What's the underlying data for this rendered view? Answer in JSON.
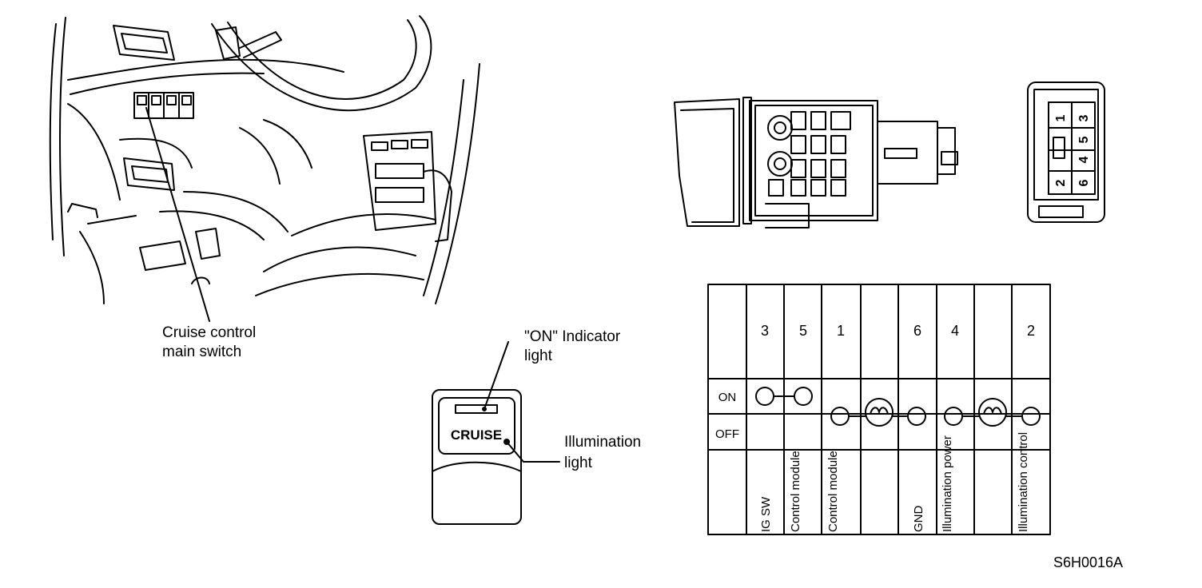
{
  "figure_code": "S6H0016A",
  "dashboard": {
    "callout_line1": "Cruise control",
    "callout_line2": "main switch"
  },
  "switch_face": {
    "button_text": "CRUISE",
    "indicator_line1": "\"ON\" Indicator",
    "indicator_line2": "light",
    "illumination_line1": "Illumination",
    "illumination_line2": "light"
  },
  "connector": {
    "pins": [
      "1",
      "3",
      "4",
      "5",
      "2",
      "6"
    ]
  },
  "table": {
    "terminal_numbers": [
      "3",
      "5",
      "1",
      "",
      "6",
      "4",
      "",
      "2"
    ],
    "row_labels": [
      "ON",
      "OFF"
    ],
    "functions": [
      "IG SW",
      "Control module",
      "Control module",
      "",
      "GND",
      "Illumination power",
      "",
      "Illumination control"
    ]
  }
}
